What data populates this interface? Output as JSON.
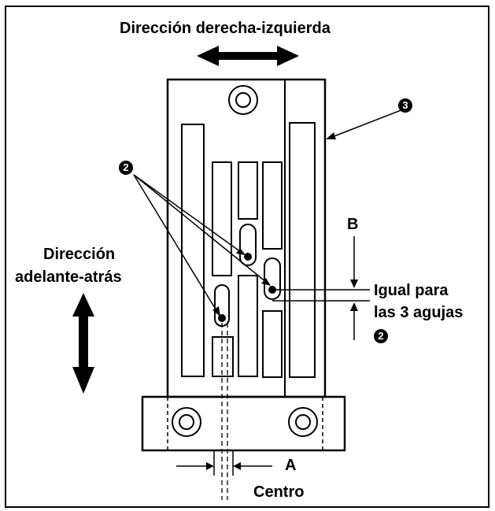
{
  "labels": {
    "top_direction": "Dirección derecha-izquierda",
    "left_direction_line1": "Dirección",
    "left_direction_line2": "adelante-atrás",
    "b_label": "B",
    "equal_line1": "Igual para",
    "equal_line2": "las 3 agujas",
    "a_label": "A",
    "centro": "Centro"
  },
  "callouts": {
    "part_2": "2",
    "part_3": "3",
    "part_2_inline": "2"
  },
  "colors": {
    "ink": "#000000",
    "background": "#ffffff"
  }
}
